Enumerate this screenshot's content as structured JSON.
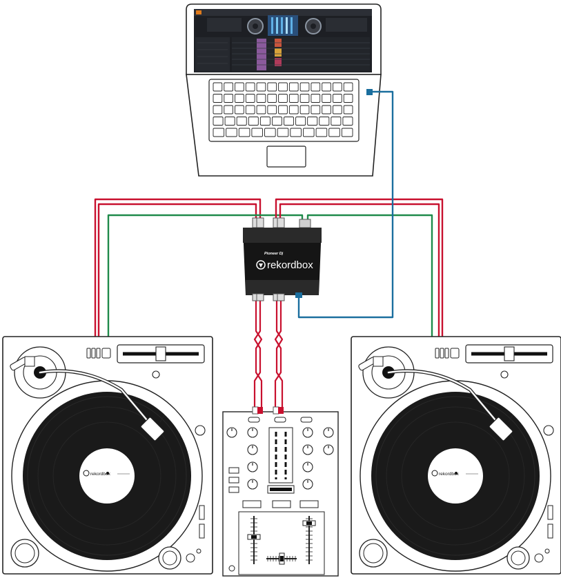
{
  "interface": {
    "brand": "Pioneer Dj",
    "product": "rekordbox"
  },
  "records": {
    "left_label": "rekordbox",
    "right_label": "rekordbox"
  },
  "cable_colors": {
    "audio": "#c8102e",
    "ground": "#1e8a4a",
    "usb": "#1a6e9e"
  }
}
